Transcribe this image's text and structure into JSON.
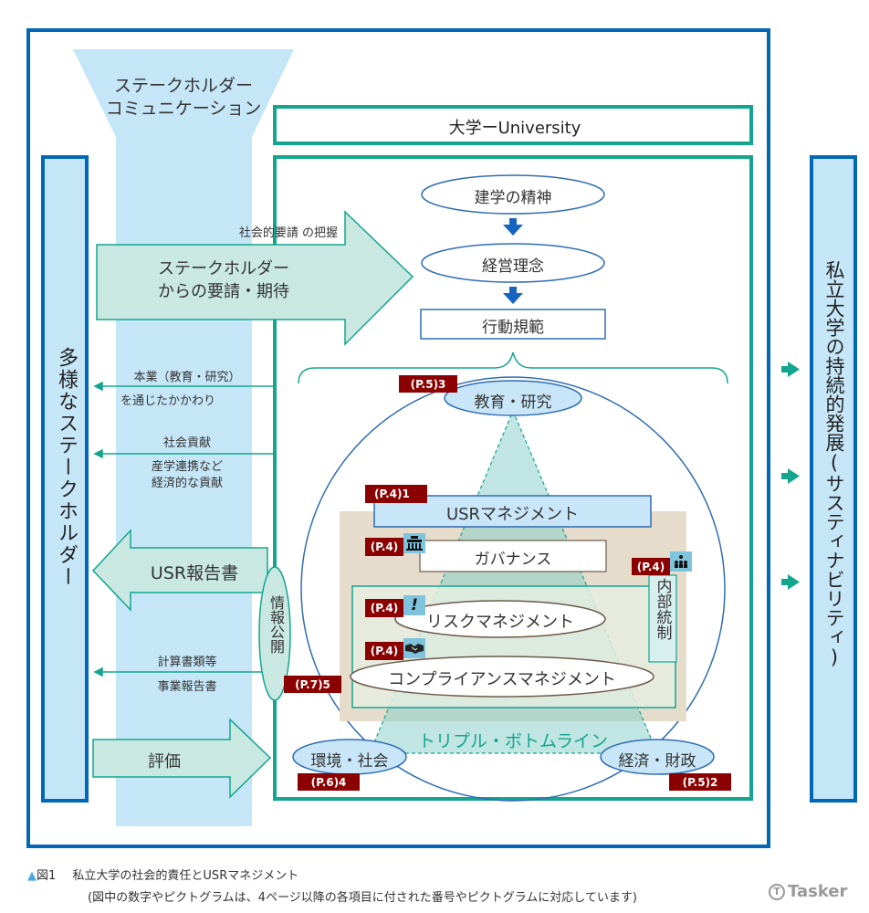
{
  "colors": {
    "outer_border": "#0068b7",
    "funnel_fill": "#c5e6f7",
    "teal": "#13a58e",
    "arrow_fill": "#c9e8e2",
    "oval_fill": "#c8e6f7",
    "oval_stroke": "#2f6db5",
    "tag_bg": "#8b0000",
    "beige": "#e5dccb",
    "pyramid": "#8ccfca",
    "down_arrow": "#1565c0",
    "right_arrow": "#13a58e"
  },
  "funnel": {
    "line1": "ステークホルダー",
    "line2": "コミュニケーション"
  },
  "left_column": {
    "label": "多様なステークホルダー"
  },
  "right_column": {
    "label": "私立大学の持続的発展(サスティナビリティ)"
  },
  "university": {
    "title": "大学ーUniversity"
  },
  "hierarchy": {
    "founding_spirit": "建学の精神",
    "management_philosophy": "経営理念",
    "code_of_conduct": "行動規範"
  },
  "inbound_arrow": {
    "caption": "社会的要請 の把握",
    "line1": "ステークホルダー",
    "line2": "からの要請・期待"
  },
  "outbound_lines": [
    {
      "above": "本業（教育・研究）",
      "below": "を通じたかかわり"
    },
    {
      "above": "社会貢献",
      "below_line1": "産学連携など",
      "below_line2": "経済的な貢献"
    },
    {
      "above": "計算書類等",
      "below": "事業報告書"
    }
  ],
  "usr_report_arrow": {
    "label": "USR報告書"
  },
  "evaluation_arrow": {
    "label": "評価"
  },
  "disclosure": {
    "label": "情報公開",
    "tag": "(P.7)5"
  },
  "triple_bottom_line": {
    "label": "トリプル・ボトムライン",
    "education": {
      "label": "教育・研究",
      "tag": "(P.5)3"
    },
    "environment": {
      "label": "環境・社会",
      "tag": "(P.6)4"
    },
    "economy": {
      "label": "経済・財政",
      "tag": "(P.5)2"
    }
  },
  "usr_management": {
    "label": "USRマネジメント",
    "tag": "(P.4)1"
  },
  "governance": {
    "label": "ガバナンス",
    "tag": "(P.4)",
    "icon": "building-icon"
  },
  "internal_control": {
    "label": "内部統制",
    "tag": "(P.4)",
    "icon": "org-chart-icon"
  },
  "risk_management": {
    "label": "リスクマネジメント",
    "tag": "(P.4)",
    "icon": "exclamation-icon"
  },
  "compliance_management": {
    "label": "コンプライアンスマネジメント",
    "tag": "(P.4)",
    "icon": "handshake-icon"
  },
  "caption": {
    "marker": "▲",
    "figure_no": "図1",
    "title": "私立大学の社会的責任とUSRマネジメント",
    "note": "(図中の数字やピクトグラムは、4ページ以降の各項目に付された番号やピクトグラムに対応しています)"
  },
  "watermark": {
    "label": "Tasker"
  }
}
